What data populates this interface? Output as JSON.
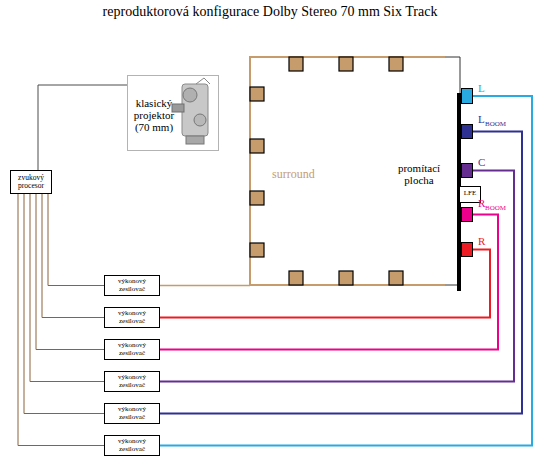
{
  "diagram": {
    "title": "reproduktorová konfigurace Dolby Stereo 70 mm Six Track",
    "nodes": [
      {
        "text": [
          "klasický projektor (70 mm)"
        ]
      },
      {
        "text": [
          "zvukový procesor"
        ]
      },
      {
        "text": [
          "surround"
        ]
      },
      {
        "text": [
          "L"
        ]
      },
      {
        "text": [
          "L",
          "BOOM"
        ]
      },
      {
        "text": [
          "C"
        ]
      },
      {
        "text": [
          "LFE"
        ]
      },
      {
        "text": [
          "R",
          "BOOM"
        ]
      },
      {
        "text": [
          "R"
        ]
      },
      {
        "text": [
          "výkonový zesilovač"
        ]
      },
      {
        "text": [
          "výkonový zesilovač"
        ]
      },
      {
        "text": [
          "výkonový zesilovač"
        ]
      },
      {
        "text": [
          "výkonový zesilovač"
        ]
      },
      {
        "text": [
          "výkonový zesilovač"
        ]
      },
      {
        "text": [
          "výkonový zesilovač"
        ]
      }
    ],
    "edges": [
      {
        "from": 0,
        "to": 1,
        "arrow": "none"
      },
      {
        "from": 1,
        "to": 9,
        "arrow": "none"
      },
      {
        "from": 1,
        "to": 10,
        "arrow": "none"
      },
      {
        "from": 1,
        "to": 11,
        "arrow": "none"
      },
      {
        "from": 1,
        "to": 12,
        "arrow": "none"
      },
      {
        "from": 1,
        "to": 13,
        "arrow": "none"
      },
      {
        "from": 1,
        "to": 14,
        "arrow": "none"
      },
      {
        "from": 9,
        "to": 2,
        "arrow": "none"
      },
      {
        "from": 10,
        "to": 8,
        "arrow": "none"
      },
      {
        "from": 11,
        "to": 7,
        "arrow": "none"
      },
      {
        "from": 12,
        "to": 5,
        "arrow": "none"
      },
      {
        "from": 13,
        "to": 4,
        "arrow": "none"
      },
      {
        "from": 14,
        "to": 3,
        "arrow": "none"
      }
    ],
    "labels": [
      "promítací plocha"
    ]
  }
}
